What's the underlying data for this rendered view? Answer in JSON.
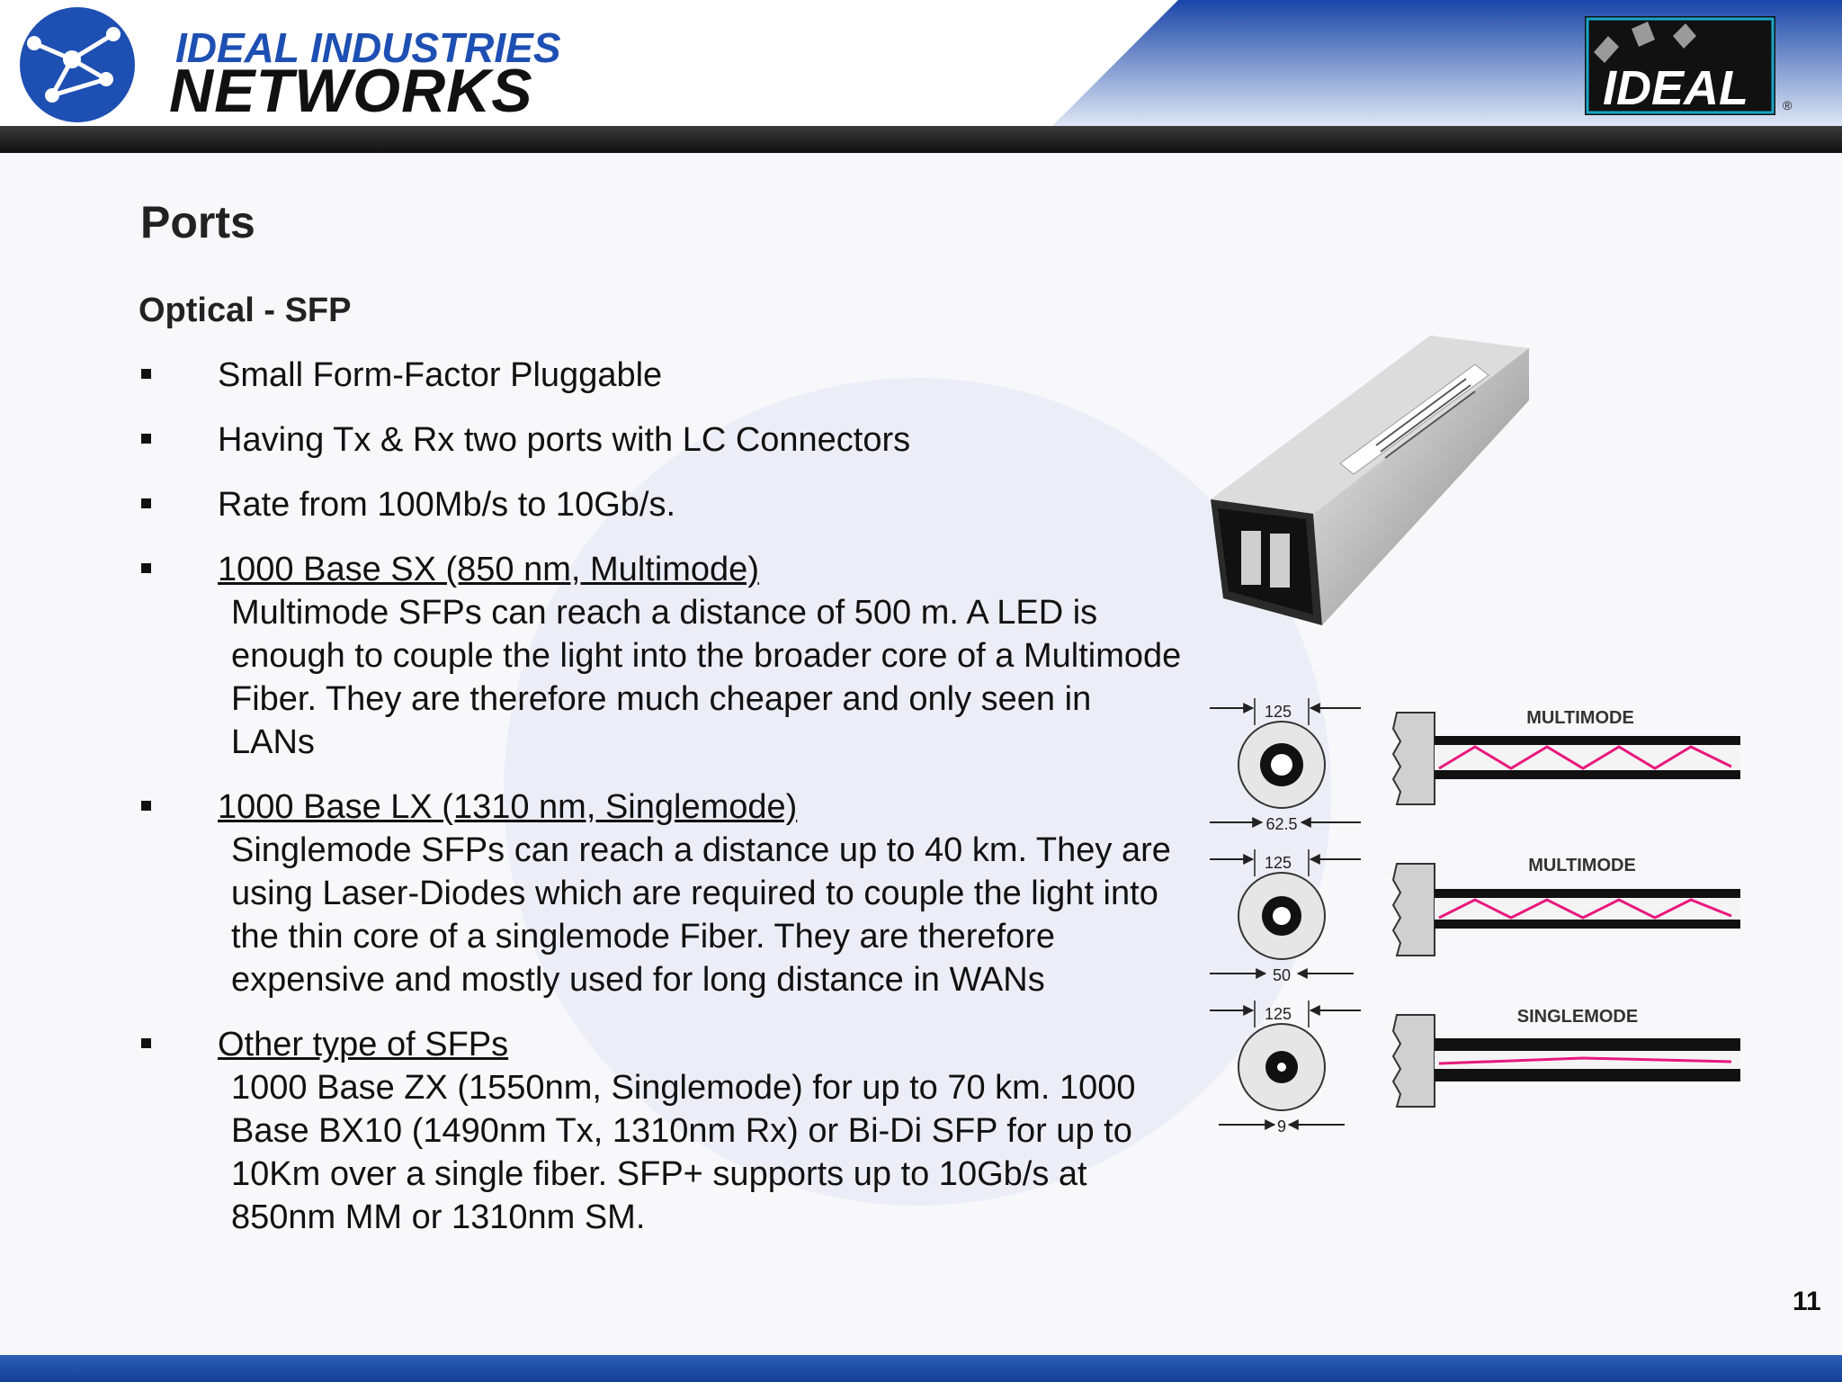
{
  "header": {
    "brand_line1": "IDEAL INDUSTRIES",
    "brand_line2": "NETWORKS",
    "right_logo_text": "IDEAL",
    "registered_mark": "®"
  },
  "slide": {
    "title": "Ports",
    "subtitle": "Optical - SFP",
    "page_number": "11"
  },
  "bullets": [
    {
      "head": "Small Form-Factor Pluggable",
      "underline": false,
      "desc": ""
    },
    {
      "head": "Having Tx & Rx two ports with LC Connectors",
      "underline": false,
      "desc": ""
    },
    {
      "head": "Rate from 100Mb/s to 10Gb/s.",
      "underline": false,
      "desc": ""
    },
    {
      "head": "1000 Base SX (850 nm, Multimode)",
      "underline": true,
      "desc": "Multimode SFPs can reach a distance of 500 m. A LED is enough to couple the light into the broader core of a Multimode Fiber. They are therefore much cheaper and only seen in LANs"
    },
    {
      "head": "1000 Base LX (1310 nm, Singlemode)",
      "underline": true,
      "desc": "Singlemode SFPs can reach a distance up to 40 km. They are using Laser-Diodes which are required to couple the light into the thin core of a singlemode Fiber. They are therefore expensive and mostly used for long distance in WANs"
    },
    {
      "head": "Other type of SFPs",
      "underline": true,
      "desc": "1000 Base ZX (1550nm, Singlemode) for up to 70 km. 1000 Base  BX10 (1490nm Tx, 1310nm Rx) or Bi-Di SFP for up to 10Km over a single fiber. SFP+ supports up to 10Gb/s at 850nm MM or 1310nm SM."
    }
  ],
  "fiber_diagram": {
    "rows": [
      {
        "label": "MULTIMODE",
        "cladding": "125",
        "core": "62.5"
      },
      {
        "label": "MULTIMODE",
        "cladding": "125",
        "core": "50"
      },
      {
        "label": "SINGLEMODE",
        "cladding": "125",
        "core": "9"
      }
    ]
  },
  "colors": {
    "brand_blue": "#1e4fb3",
    "header_gradient_blue": "#2a5fc0",
    "footer_blue": "#1a4aa2",
    "ray_pink": "#e8187c",
    "ideal_logo_bg": "#111111",
    "ideal_logo_accent": "#19a7c9"
  },
  "icons": {
    "left_logo": "network-globe-logo",
    "right_logo": "ideal-logo",
    "bullet": "square-bullet"
  }
}
